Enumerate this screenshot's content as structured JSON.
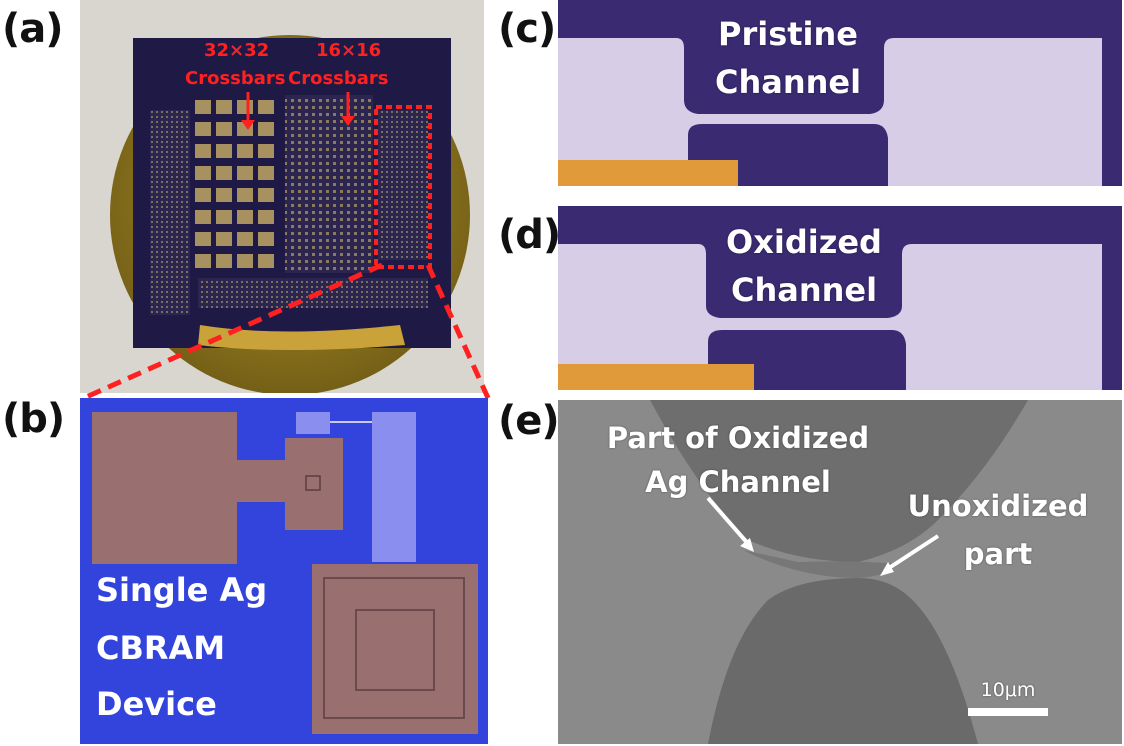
{
  "panels": {
    "a": {
      "label": "(a)",
      "crossbar_32": "32×32",
      "crossbar_16": "16×16",
      "crossbars_word": "Crossbars"
    },
    "b": {
      "label": "(b)",
      "caption_lines": [
        "Single Ag",
        "CBRAM",
        "Device"
      ]
    },
    "c": {
      "label": "(c)",
      "caption_lines": [
        "Pristine",
        "Channel"
      ]
    },
    "d": {
      "label": "(d)",
      "caption_lines": [
        "Oxidized",
        "Channel"
      ]
    },
    "e": {
      "label": "(e)",
      "annotation_1_lines": [
        "Part of Oxidized",
        "Ag Channel"
      ],
      "annotation_2_lines": [
        "Unoxidized",
        "part"
      ],
      "scale_bar": "10μm"
    }
  },
  "colors": {
    "highlight_red": "#ff2020",
    "device_blue": "#3344dd",
    "pad_brown": "#9a6f70",
    "channel_purple": "#3a2a72",
    "substrate_lilac": "#d8cde6",
    "contact_orange": "#e09a3a",
    "sem_gray": "#8a8a8a"
  }
}
